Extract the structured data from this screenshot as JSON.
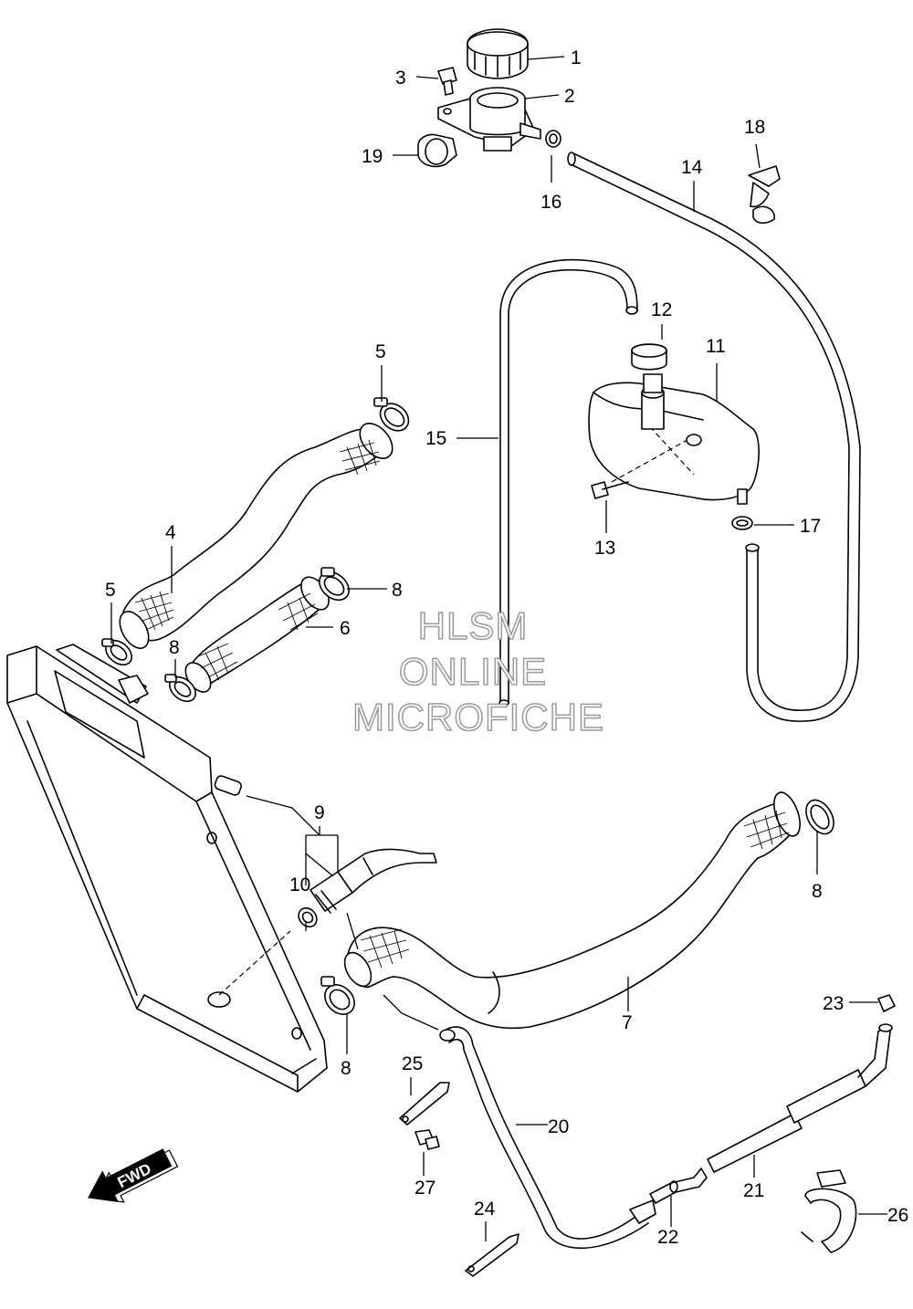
{
  "watermark": {
    "line1": "HLSM",
    "line2": "ONLINE",
    "line3": "MICROFICHE"
  },
  "direction_badge": "FWD",
  "callouts": [
    "1",
    "2",
    "3",
    "4",
    "5",
    "5",
    "6",
    "7",
    "8",
    "8",
    "8",
    "8",
    "9",
    "10",
    "11",
    "12",
    "13",
    "14",
    "15",
    "16",
    "17",
    "18",
    "19",
    "20",
    "21",
    "22",
    "23",
    "24",
    "25",
    "26",
    "27"
  ]
}
